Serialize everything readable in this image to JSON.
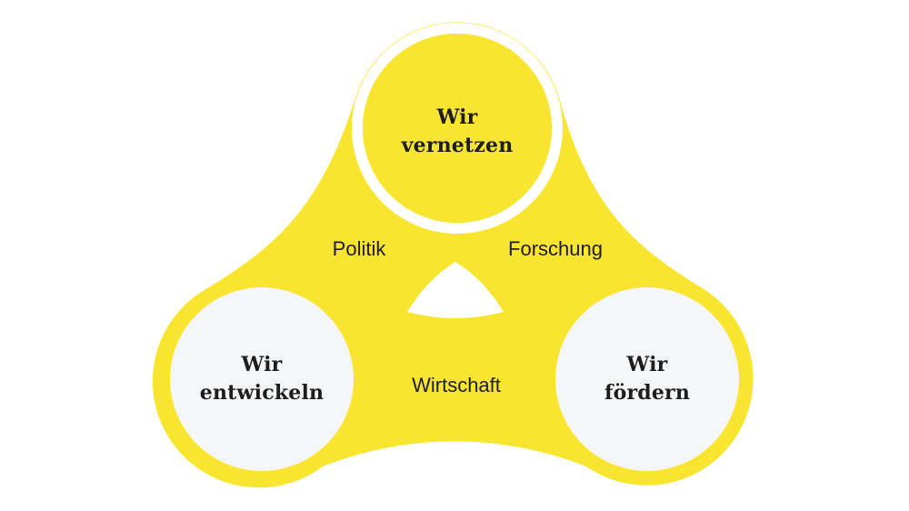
{
  "diagram": {
    "colors": {
      "yellow": "#F9E52F",
      "node_light_fill": "#F4F6F7",
      "white": "#FFFFFF",
      "text": "#1D1D1B"
    },
    "nodes": [
      {
        "id": "vernetzen",
        "variant": "yellow",
        "lines": [
          "Wir",
          "vernetzen"
        ]
      },
      {
        "id": "entwickeln",
        "variant": "light",
        "lines": [
          "Wir",
          "entwickeln"
        ]
      },
      {
        "id": "foerdern",
        "variant": "light",
        "lines": [
          "Wir",
          "fördern"
        ]
      }
    ],
    "edge_labels": [
      {
        "id": "politik",
        "text": "Politik"
      },
      {
        "id": "forschung",
        "text": "Forschung"
      },
      {
        "id": "wirtschaft",
        "text": "Wirtschaft"
      }
    ]
  }
}
